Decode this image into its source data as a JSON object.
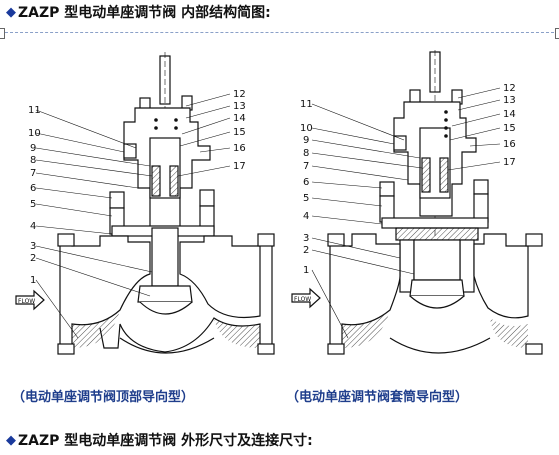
{
  "headings": {
    "top": "ZAZP 型电动单座调节阀  内部结构简图:",
    "bottom": "ZAZP 型电动单座调节阀  外形尺寸及连接尺寸:",
    "bullet": "◆"
  },
  "captions": {
    "left": "（电动单座调节阀顶部导向型）",
    "right": "（电动单座调节阀套筒导向型）"
  },
  "diagram_left": {
    "labels_left": [
      "11",
      "10",
      "9",
      "8",
      "7",
      "6",
      "5",
      "4",
      "3",
      "2",
      "1"
    ],
    "labels_right": [
      "12",
      "13",
      "14",
      "15",
      "16",
      "17"
    ],
    "flow_label": "FLOW"
  },
  "diagram_right": {
    "labels_left": [
      "11",
      "10",
      "9",
      "8",
      "7",
      "6",
      "5",
      "4",
      "3",
      "2",
      "1"
    ],
    "labels_right": [
      "12",
      "13",
      "14",
      "15",
      "16",
      "17"
    ],
    "flow_label": "FLOW"
  },
  "colors": {
    "heading_bullet": "#1a3a9c",
    "caption": "#1f3e8c",
    "line": "#111111"
  }
}
